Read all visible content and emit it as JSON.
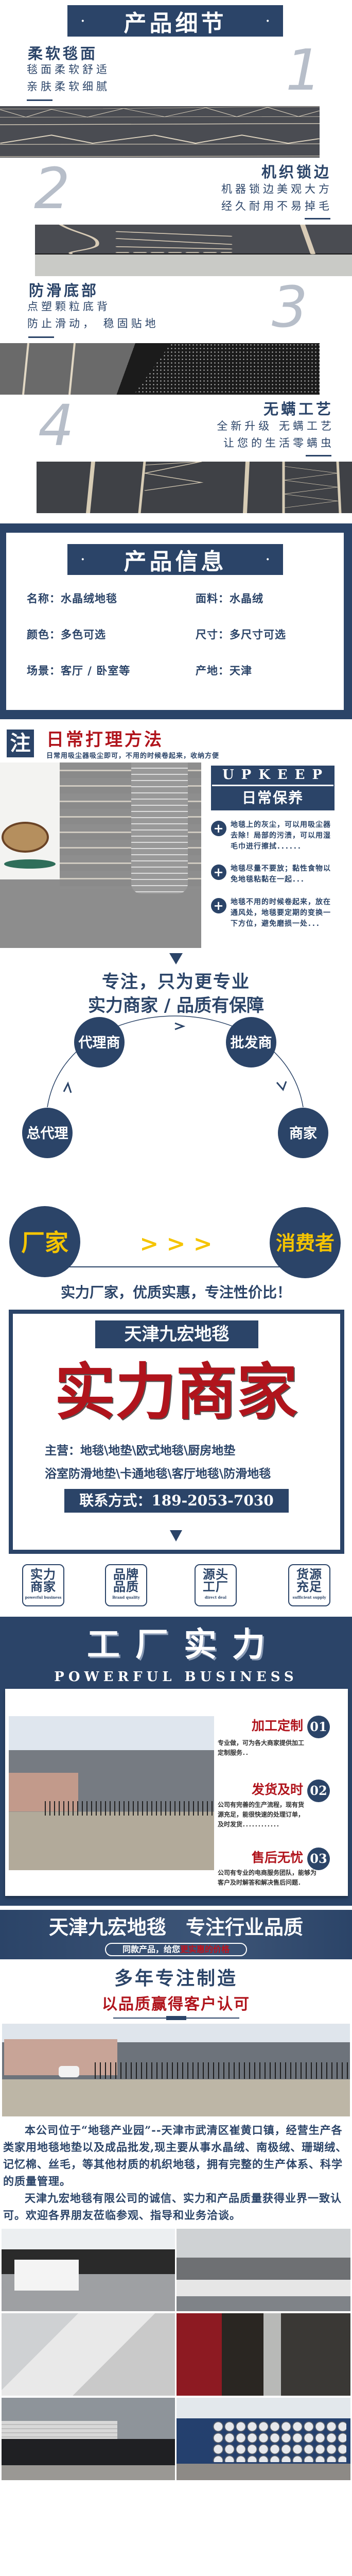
{
  "colors": {
    "navy": "#2b4468",
    "red": "#b0141c",
    "yellow": "#f5c400",
    "digit_gray": "#b7bec9"
  },
  "details": {
    "title": "产品细节",
    "dot": "·",
    "features": [
      {
        "num": "1",
        "title": "柔软毯面",
        "lines": [
          "毯面柔软舒适",
          "亲肤柔软细腻"
        ]
      },
      {
        "num": "2",
        "title": "机织锁边",
        "lines": [
          "机器锁边美观大方",
          "经久耐用不易掉毛"
        ]
      },
      {
        "num": "3",
        "title": "防滑底部",
        "lines": [
          "点塑颗粒底背",
          "防止滑动， 稳固贴地"
        ]
      },
      {
        "num": "4",
        "title": "无螨工艺",
        "lines": [
          "全新升级 无螨工艺",
          "让您的生活零螨虫"
        ]
      }
    ]
  },
  "info": {
    "title": "产品信息",
    "rows": [
      {
        "k": "名称：",
        "v": "水晶绒地毯",
        "k2": "面料：",
        "v2": "水晶绒"
      },
      {
        "k": "颜色：",
        "v": "多色可选",
        "k2": "尺寸：",
        "v2": "多尺寸可选"
      },
      {
        "k": "场景：",
        "v": "客厅 / 卧室等",
        "k2": "产地：",
        "v2": "天津"
      }
    ]
  },
  "care": {
    "badge": "注",
    "title": "日常打理方法",
    "subtitle": "日常用吸尘器吸尘即可，不用的时候卷起来，收纳方便",
    "upkeep_en": "UPKEEP",
    "upkeep_cn": "日常保养",
    "plus": "+",
    "tips": [
      "地毯上的灰尘，可以用吸尘器去除！局部的污渍，可以用湿毛巾进行擦拭．．．．．．",
      "地毯尽量不要放；黏性食物以免地毯粘黏在一起．．．",
      "地毯不用的时候卷起来，放在通风处，地毯要定期的变换一下方位，避免磨损一处．．．"
    ]
  },
  "chain": {
    "slogan": "专注，只为更专业",
    "title": "实力商家 / 品质有保障",
    "nodes": [
      "总代理",
      "代理商",
      "批发商",
      "商家"
    ],
    "factory": "厂家",
    "consumer": "消费者",
    "arrows": "> > >",
    "tagline": "实力厂家，优质实惠，专注性价比！"
  },
  "merchant": {
    "company": "天津九宏地毯",
    "headline": "实力商家",
    "main_line1": "主营：地毯\\地垫\\欧式地毯\\厨房地垫",
    "main_line2": "浴室防滑地垫\\卡通地毯\\客厅地毯\\防滑地毯",
    "contact": "联系方式：189-2053-7030"
  },
  "badges": [
    {
      "cn": "实力商家",
      "en": "powerful business"
    },
    {
      "cn": "品牌品质",
      "en": "Brand quality"
    },
    {
      "cn": "源头工厂",
      "en": "direct deal"
    },
    {
      "cn": "货源充足",
      "en": "sufficient supply"
    }
  ],
  "factory": {
    "title": "工厂实力",
    "subtitle": "POWERFUL BUSINESS",
    "features": [
      {
        "title": "加工定制",
        "num": "01",
        "text": "专业做，可为各大商家提供加工定制服务．．"
      },
      {
        "title": "发货及时",
        "num": "02",
        "text": "公司有完善的生产流程，现有货源充足，能很快速的处理订单，及时发货．．．．．．．．．．．．"
      },
      {
        "title": "售后无忧",
        "num": "03",
        "text": "公司有专业的电商服务团队，能够为客户及时解答和解决售后问题．"
      }
    ],
    "banner_title": "天津九宏地毯　专注行业品质",
    "pill_white": "同款产品，给您",
    "pill_red": "更实惠的价格",
    "heading": "多年专注制造",
    "heading_red": "以品质赢得客户认可",
    "paragraphs": [
      "本公司位于“地毯产业园”--天津市武清区崔黄口镇，经营生产各类家用地毯地垫以及成品批发,现主要从事水晶绒、南极绒、珊瑚绒、记忆棉、丝毛，等其他材质的机织地毯，拥有完整的生产体系、科学的质量管理。",
      "天津九宏地毯有限公司的诚信、实力和产品质量获得业界一致认可。欢迎各界朋友莅临参观、指导和业务洽谈。"
    ]
  }
}
